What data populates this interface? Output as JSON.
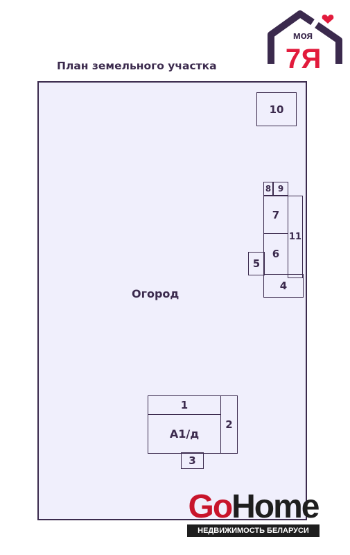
{
  "title": "План земельного участка",
  "plot_label": "Огород",
  "buildings": {
    "b1": "1",
    "b2": "2",
    "b3": "3",
    "b4": "4",
    "b5": "5",
    "b6": "6",
    "b7": "7",
    "b8": "8",
    "b9": "9",
    "b10": "10",
    "b11": "11",
    "house": "А1/д"
  },
  "logos": {
    "moya": {
      "top": "моя",
      "bottom": "Я",
      "heart_color": "#e21b3c",
      "roof_color": "#3b2a4d",
      "letter_color": "#e21b3c"
    },
    "gohome": {
      "go": "Go",
      "home": "Home",
      "tagline": "НЕДВИЖИМОСТЬ БЕЛАРУСИ",
      "go_color": "#c8142b"
    }
  },
  "colors": {
    "outline": "#3b2a4d",
    "plot_fill": "#f0effc"
  }
}
